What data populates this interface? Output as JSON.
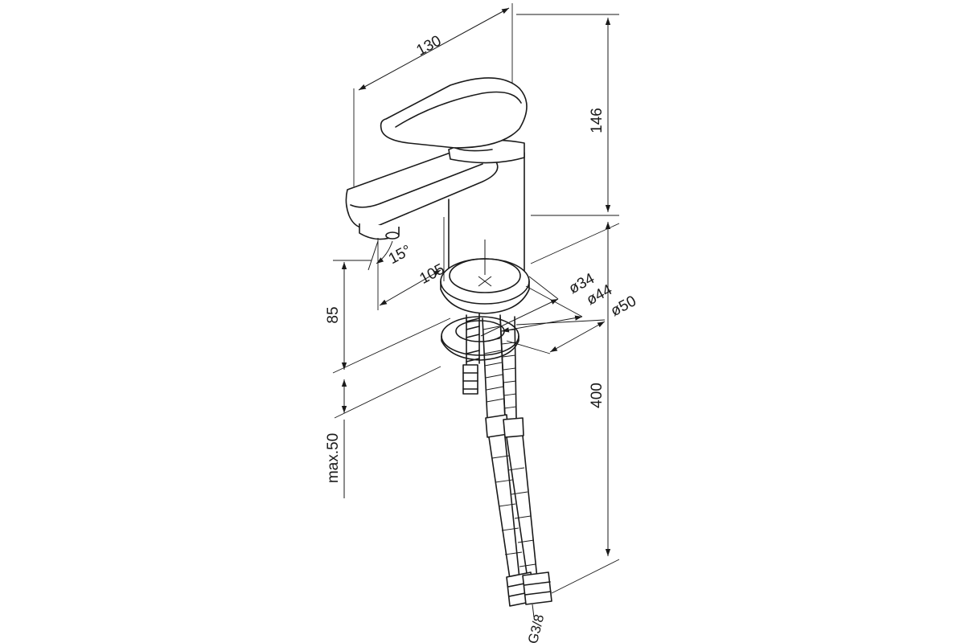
{
  "dimensions": {
    "width_top": "130",
    "height_top": "146",
    "spout_reach": "105",
    "spout_angle": "15°",
    "spout_height": "85",
    "counter_thickness": "max.50",
    "hose_length": "400",
    "diam_inner": "ø34",
    "diam_mid": "ø44",
    "diam_outer": "ø50",
    "thread": "G3/8"
  },
  "colors": {
    "line": "#1a1a1a",
    "background": "#ffffff"
  }
}
